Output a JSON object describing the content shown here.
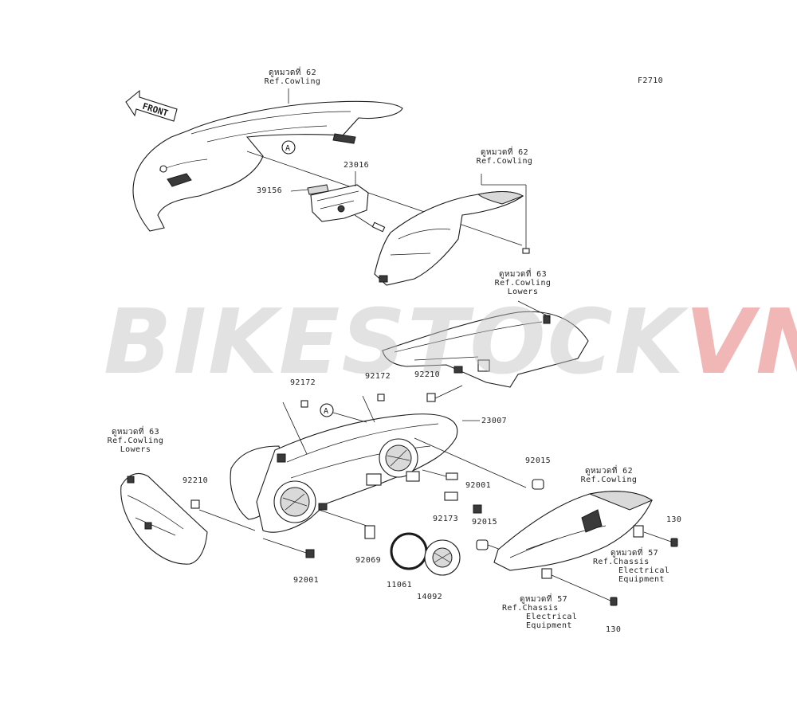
{
  "figure_code": "F2710",
  "front_marker": "FRONT",
  "watermark": {
    "main": "BIKESTOCK",
    "accent": "VN",
    "accent_color": "#e05a5a"
  },
  "refs": {
    "cowling_top": [
      "ดูหมวดที่ 62",
      "Ref.Cowling"
    ],
    "cowling_right": [
      "ดูหมวดที่ 62",
      "Ref.Cowling"
    ],
    "cowling_lowers_right": [
      "ดูหมวดที่ 63",
      "Ref.Cowling",
      "Lowers"
    ],
    "cowling_lowers_left": [
      "ดูหมวดที่ 63",
      "Ref.Cowling",
      "Lowers"
    ],
    "cowling_lower_right": [
      "ดูหมวดที่ 62",
      "Ref.Cowling"
    ],
    "chassis_right": [
      "ดูหมวดที่ 57",
      "Ref.Chassis",
      "Electrical",
      "Equipment"
    ],
    "chassis_bottom": [
      "ดูหมวดที่ 57",
      "Ref.Chassis",
      "Electrical",
      "Equipment"
    ]
  },
  "markers": {
    "a_top": "A",
    "a_mid": "A"
  },
  "parts": {
    "p23016": "23016",
    "p39156": "39156",
    "p92172_left": "92172",
    "p92172_right": "92172",
    "p92210_right": "92210",
    "p23007": "23007",
    "p92210_left": "92210",
    "p92015_top": "92015",
    "p92001_right": "92001",
    "p92173": "92173",
    "p92015_mid": "92015",
    "p130_top": "130",
    "p92069": "92069",
    "p92001_left": "92001",
    "p11061": "11061",
    "p14092": "14092",
    "p130_bottom": "130"
  }
}
